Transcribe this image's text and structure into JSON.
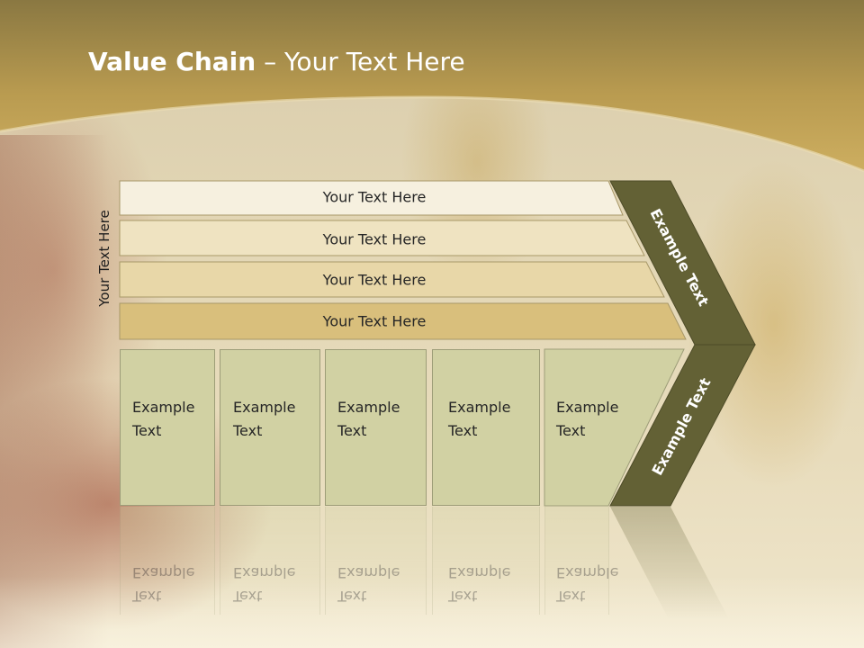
{
  "title": {
    "bold": "Value Chain",
    "rest": " – Your Text Here"
  },
  "side_label": "Your Text Here",
  "rows": [
    {
      "label": "Your Text Here",
      "color": "#f6f0df"
    },
    {
      "label": "Your Text Here",
      "color": "#efe3c1"
    },
    {
      "label": "Your Text Here",
      "color": "#e8d7a8"
    },
    {
      "label": "Your Text Here",
      "color": "#d9bf7c"
    }
  ],
  "boxes": [
    {
      "line1": "Example",
      "line2": "Text"
    },
    {
      "line1": "Example",
      "line2": "Text"
    },
    {
      "line1": "Example",
      "line2": "Text"
    },
    {
      "line1": "Example",
      "line2": "Text"
    },
    {
      "line1": "Example",
      "line2": "Text"
    }
  ],
  "chevron": {
    "upper_label": "Example Text",
    "lower_label": "Example Text",
    "color": "#636135"
  },
  "colors": {
    "header_top": "#8c7a45",
    "header_bottom": "#c8a95a",
    "box_fill": "#d1d1a3"
  }
}
